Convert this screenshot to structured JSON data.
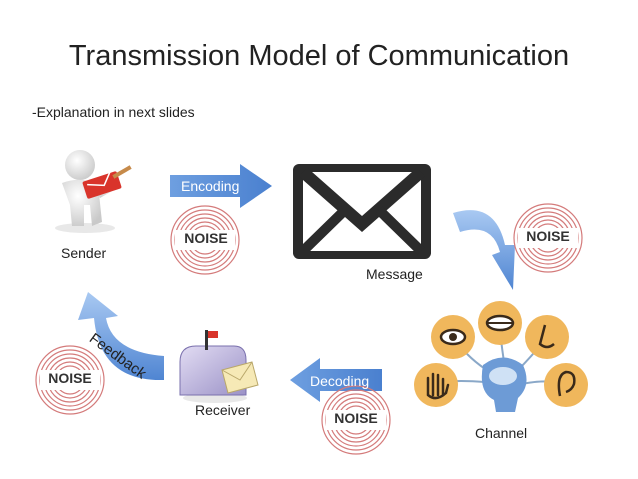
{
  "title": "Transmission Model of Communication",
  "subtitle": "-Explanation in next slides",
  "nodes": {
    "sender": "Sender",
    "message": "Message",
    "channel": "Channel",
    "receiver": "Receiver"
  },
  "arrows": {
    "encoding": "Encoding",
    "decoding": "Decoding",
    "feedback": "Feedback"
  },
  "noise_label": "NOISE",
  "colors": {
    "arrow_blue": "#5b8fd6",
    "arrow_light": "#9fc3ef",
    "noise_red": "#c0392b",
    "sense_orange": "#f0b75c",
    "envelope_dark": "#2b2b2b"
  }
}
